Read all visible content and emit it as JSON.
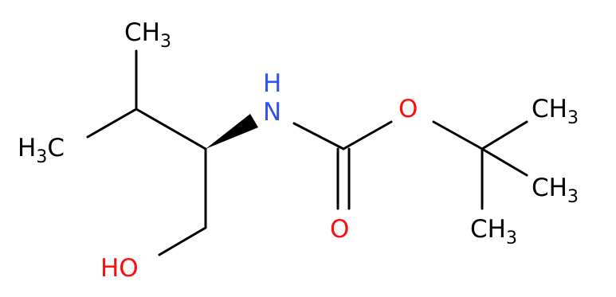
{
  "colors": {
    "bond": "#000000",
    "carbon": "#000000",
    "nitrogen": "#3050F8",
    "oxygen": "#FF0D0D"
  },
  "atoms": {
    "methyl_top": {
      "main": "CH",
      "sub": "3"
    },
    "methyl_left": {
      "main": "H",
      "sub": "3",
      "tail": "C"
    },
    "nh": {
      "main": "H",
      "second": "N"
    },
    "hydroxyl": {
      "main": "HO"
    },
    "ester_o": {
      "main": "O"
    },
    "carbonyl_o": {
      "main": "O"
    },
    "tbu_methyl_1": {
      "main": "CH",
      "sub": "3"
    },
    "tbu_methyl_2": {
      "main": "CH",
      "sub": "3"
    },
    "tbu_methyl_3": {
      "main": "CH",
      "sub": "3"
    }
  }
}
